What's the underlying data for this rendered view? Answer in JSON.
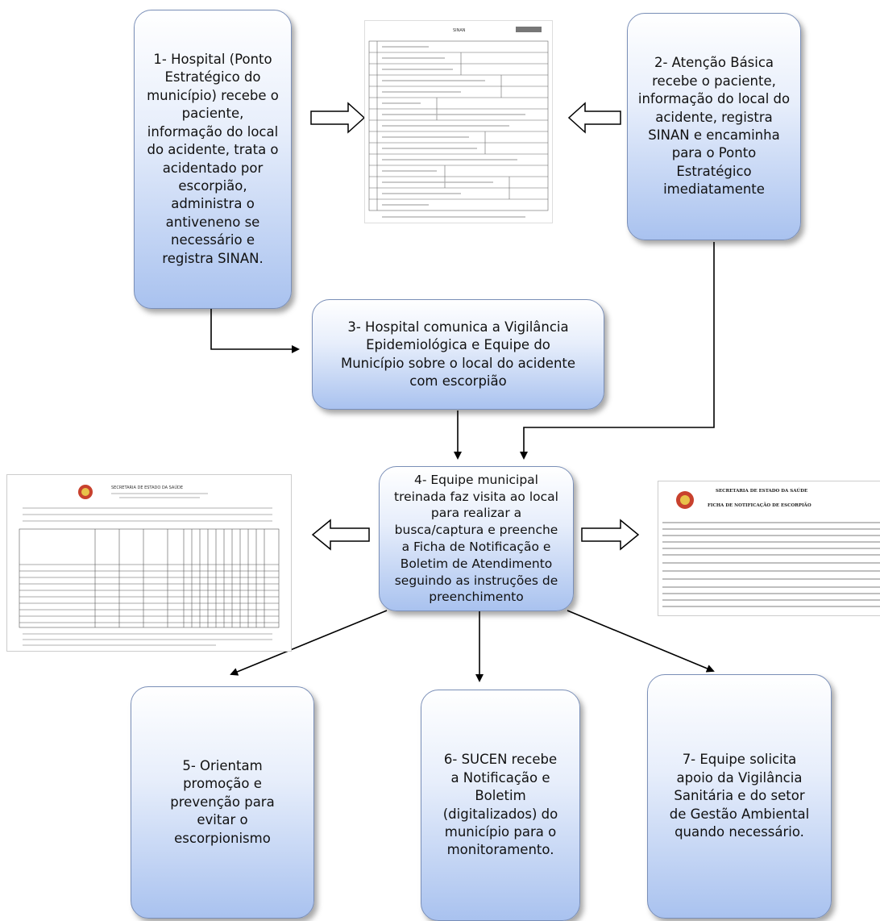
{
  "boxes": {
    "b1": "1- Hospital (Ponto Estratégico do município) recebe o paciente, informação do local do acidente, trata o acidentado por escorpião, administra o antiveneno se necessário e registra SINAN.",
    "b2": "2- Atenção Básica recebe o paciente, informação do local do acidente, registra SINAN e encaminha para o Ponto Estratégico imediatamente",
    "b3": "3- Hospital comunica a Vigilância Epidemiológica e Equipe do Município sobre o local do acidente com escorpião",
    "b4": "4- Equipe municipal treinada faz visita ao local para realizar a busca/captura e preenche a Ficha de Notificação e Boletim de Atendimento seguindo as instruções de preenchimento",
    "b5": "5- Orientam promoção e prevenção para evitar o escorpionismo",
    "b6": "6- SUCEN recebe a Notificação e Boletim (digitalizados) do município para o monitoramento.",
    "b7": "7- Equipe solicita apoio da Vigilância Sanitária e do setor de Gestão Ambiental quando necessário."
  },
  "forms": {
    "sinan": "SINAN",
    "boletim_header": "SECRETARIA DE ESTADO DA SAÚDE",
    "ficha_header": "SECRETARIA DE ESTADO DA SAÚDE",
    "ficha_title": "FICHA DE NOTIFICAÇÃO DE ESCORPIÃO"
  }
}
